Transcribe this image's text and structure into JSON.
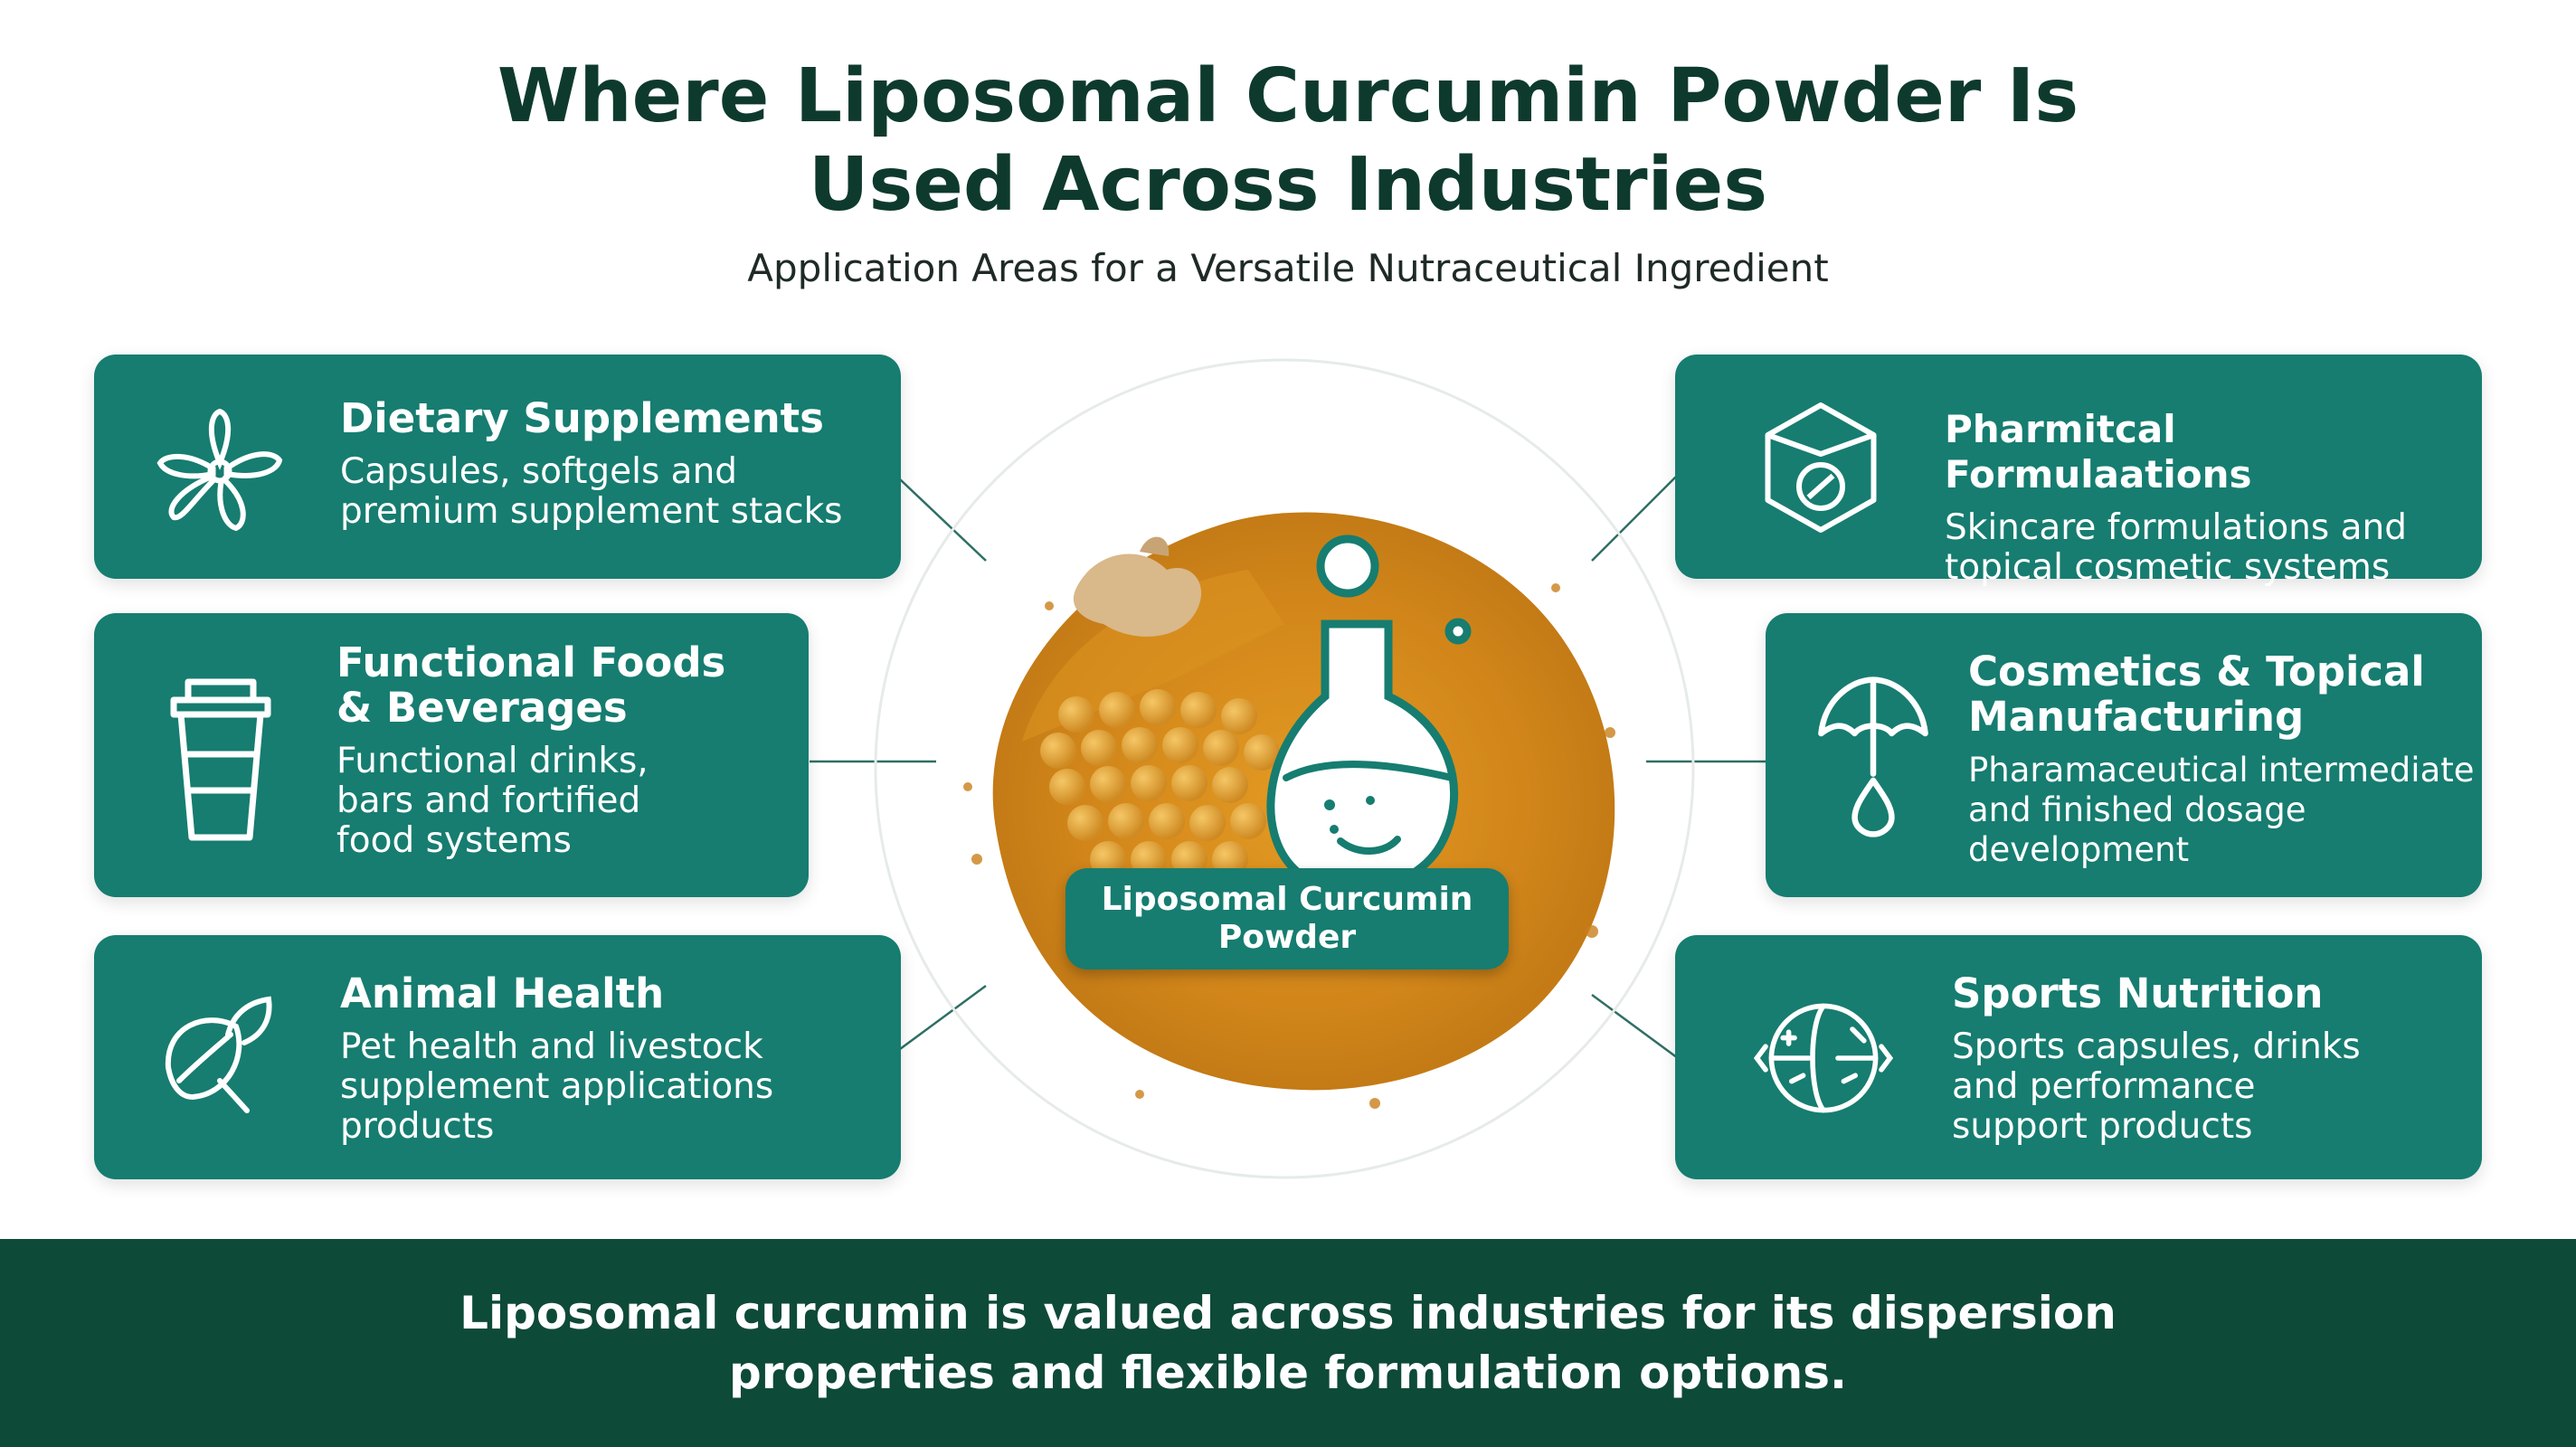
{
  "header": {
    "title_line1": "Where Liposomal Curcumin Powder Is",
    "title_line2": "Used Across Industries",
    "subtitle": "Application Areas for a Versatile Nutraceutical Ingredient"
  },
  "cards": {
    "dietary": {
      "icon": "flower-icon",
      "title": "Dietary Supplements",
      "desc_line1": "Capsules, softgels and",
      "desc_line2": "premium supplement stacks"
    },
    "functional": {
      "icon": "cup-icon",
      "title_line1": "Functional Foods",
      "title_line2": "& Beverages",
      "desc_line1": "Functional drinks,",
      "desc_line2": "bars and fortified",
      "desc_line3": "food systems"
    },
    "animal": {
      "icon": "leaf-icon",
      "title": "Animal Health",
      "desc_line1": "Pet health and livestock",
      "desc_line2": "supplement applications",
      "desc_line3": "products"
    },
    "pharma": {
      "icon": "hexagon-capsule-icon",
      "title": "Pharmitcal Formulaations",
      "desc_line1": "Skincare formulations and",
      "desc_line2": "topical cosmetic systems"
    },
    "cosmetics": {
      "icon": "umbrella-drop-icon",
      "title_line1": "Cosmetics & Topical",
      "title_line2": "Manufacturing",
      "desc_line1": "Pharamaceutical intermediate",
      "desc_line2": "and finished dosage",
      "desc_line3": "development"
    },
    "sports": {
      "icon": "globe-arrows-icon",
      "title": "Sports Nutrition",
      "desc_line1": "Sports capsules, drinks",
      "desc_line2": "and performance",
      "desc_line3": "support products"
    }
  },
  "center": {
    "label_line1": "Liposomal Curcumin",
    "label_line2": "Powder"
  },
  "footer": {
    "line1": "Liposomal curcumin is valued across industries for its dispersion",
    "line2": "properties and flexible formulation options."
  },
  "colors": {
    "card": "#167d70",
    "title": "#0e3a2d",
    "footer": "#0e4a38",
    "powder": "#d98f1c",
    "bead": "#e6a93a"
  }
}
